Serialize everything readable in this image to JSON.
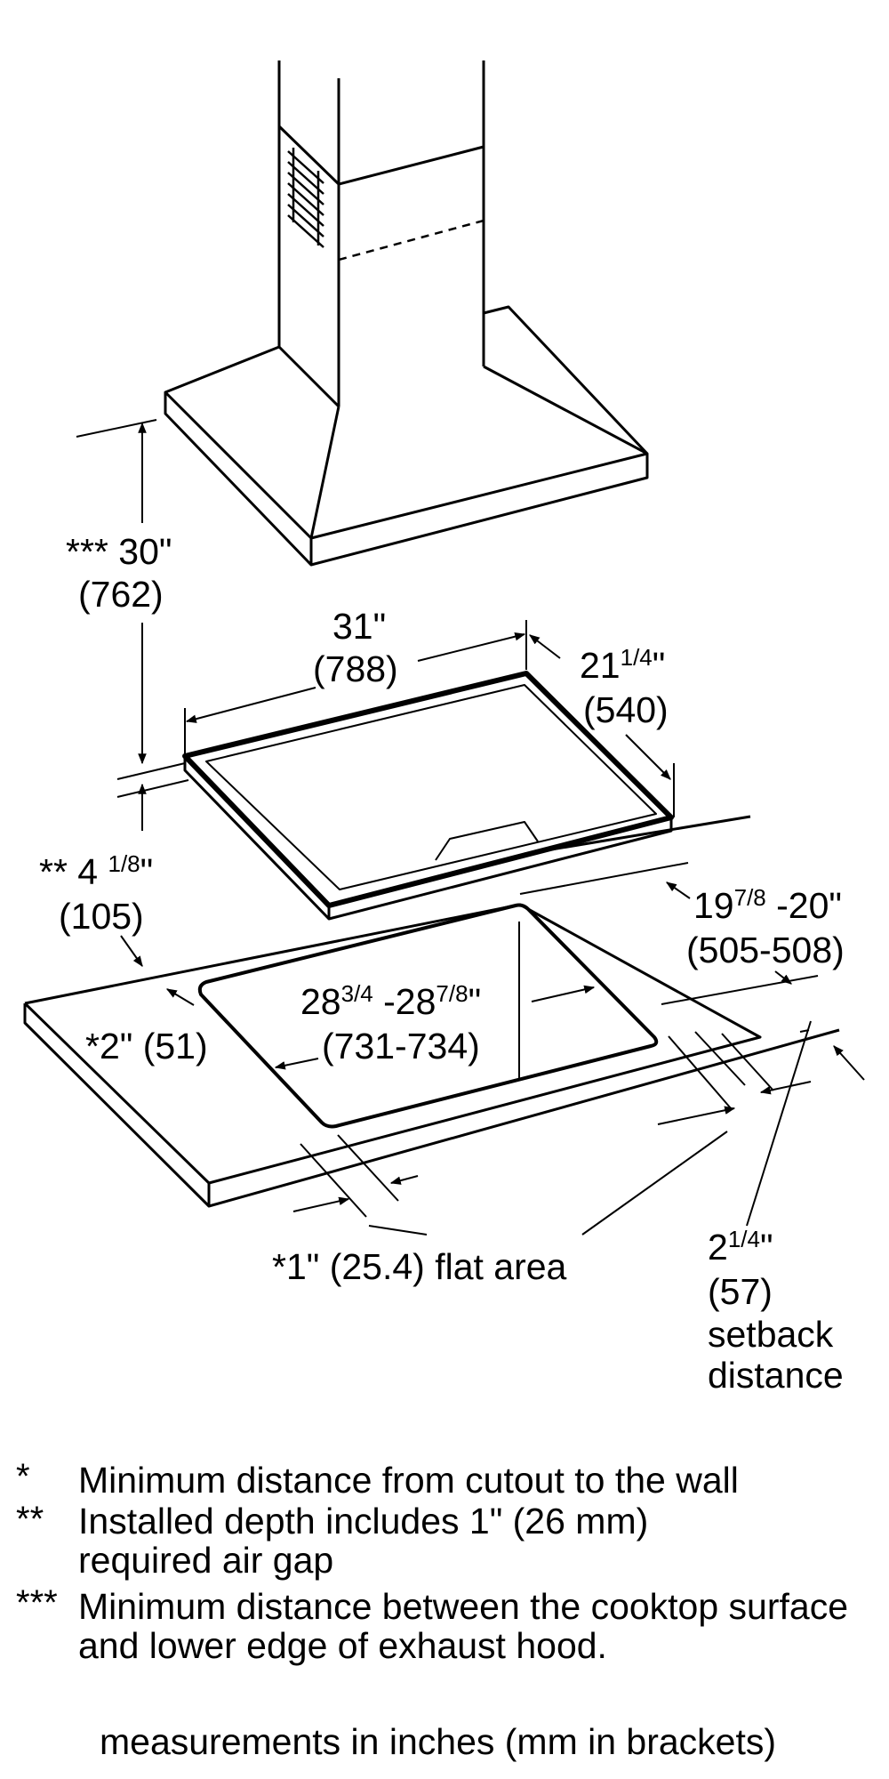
{
  "dimensions": {
    "hood_height": {
      "marker": "***",
      "value": "30\"",
      "mm": "(762)"
    },
    "cooktop_width": {
      "value": "31\"",
      "mm": "(788)"
    },
    "cooktop_depth": {
      "whole": "21",
      "frac": "1/4",
      "unit": "\"",
      "mm": "(540)"
    },
    "installed_depth": {
      "prefix": "** 4 ",
      "frac": "1/8",
      "unit": "\"",
      "mm": "(105)"
    },
    "cutout_depth": {
      "whole": "19",
      "frac": "7/8",
      "rest": " -20\"",
      "mm": "(505-508)"
    },
    "cutout_width": {
      "whole1": "28",
      "frac1": "3/4",
      "mid": " -28",
      "frac2": "7/8",
      "unit": "\"",
      "mm": "(731-734)"
    },
    "wall_distance": {
      "text": "*2\" (51)"
    },
    "flat_area": {
      "text": "*1\" (25.4) flat area"
    },
    "setback": {
      "whole": "2",
      "frac": "1/4",
      "unit": "\"",
      "mm": "(57)",
      "line1": "setback",
      "line2": "distance"
    }
  },
  "notes": [
    {
      "symbol": "*",
      "text": "Minimum distance from cutout to the wall"
    },
    {
      "symbol": "**",
      "text": "Installed depth includes 1\" (26 mm) required air gap"
    },
    {
      "symbol": "***",
      "text": "Minimum distance between the cooktop surface and lower edge of exhaust hood."
    }
  ],
  "footer": "measurements in inches (mm in brackets)"
}
